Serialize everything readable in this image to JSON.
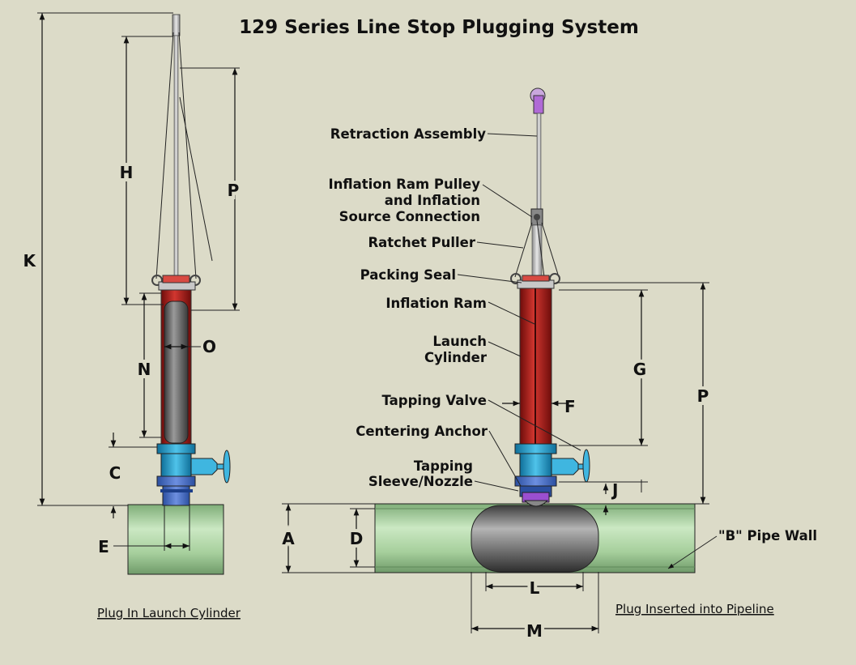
{
  "title": "129 Series Line Stop Plugging System",
  "captions": {
    "left": "Plug In Launch Cylinder",
    "right": "Plug Inserted into Pipeline"
  },
  "callouts": {
    "retraction_assembly": "Retraction Assembly",
    "inflation_ram_pulley_1": "Inflation Ram Pulley",
    "inflation_ram_pulley_2": "and Inflation",
    "inflation_ram_pulley_3": "Source Connection",
    "ratchet_puller": "Ratchet Puller",
    "packing_seal": "Packing Seal",
    "inflation_ram": "Inflation Ram",
    "launch_cylinder_1": "Launch",
    "launch_cylinder_2": "Cylinder",
    "tapping_valve": "Tapping Valve",
    "centering_anchor": "Centering Anchor",
    "tapping_sleeve_1": "Tapping",
    "tapping_sleeve_2": "Sleeve/Nozzle",
    "pipe_wall": "\"B\"  Pipe Wall"
  },
  "dimensions": {
    "left": {
      "K": "K",
      "H": "H",
      "P": "P",
      "N": "N",
      "O": "O",
      "C": "C",
      "E": "E"
    },
    "right": {
      "G": "G",
      "P": "P",
      "F": "F",
      "J": "J",
      "A": "A",
      "D": "D",
      "L": "L",
      "M": "M"
    }
  },
  "colors": {
    "background": "#dcdbc8",
    "pipe": "#a9d3a1",
    "cylinder": "#b8211d",
    "valve": "#27a6d6",
    "plug": "#6d6d6d",
    "accent": "#9b4fd0"
  }
}
